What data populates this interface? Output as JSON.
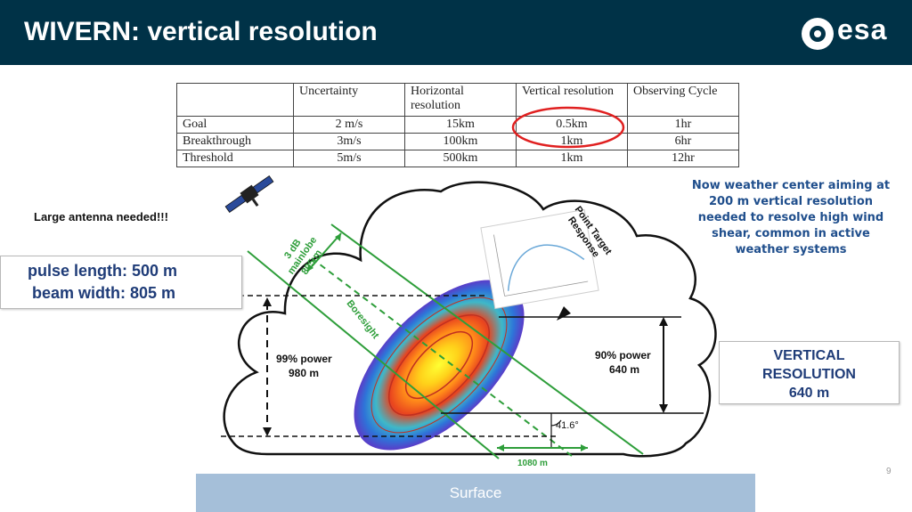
{
  "header": {
    "title": "WIVERN: vertical resolution",
    "logo_text": "esa"
  },
  "table": {
    "headers": [
      "",
      "Uncertainty",
      "Horizontal resolution",
      "Vertical resolution",
      "Observing Cycle"
    ],
    "rows": [
      [
        "Goal",
        "2 m/s",
        "15km",
        "0.5km",
        "1hr"
      ],
      [
        "Breakthrough",
        "3m/s",
        "100km",
        "1km",
        "6hr"
      ],
      [
        "Threshold",
        "5m/s",
        "500km",
        "1km",
        "12hr"
      ]
    ]
  },
  "annotations": {
    "antenna": "Large antenna needed!!!",
    "pulse_length": "pulse length: 500 m",
    "beam_width": "beam width: 805 m",
    "weather_center": [
      "Now weather center aiming at",
      "200 m vertical resolution",
      "needed to resolve high wind",
      "shear, common in active",
      "weather systems"
    ],
    "vertical_resolution": [
      "VERTICAL",
      "RESOLUTION",
      "640 m"
    ],
    "mainlobe": [
      "3 dB",
      "mainlobe",
      "805 m"
    ],
    "boresight": "Boresight",
    "point_target": [
      "Point Target",
      "Response"
    ],
    "power_99": [
      "99% power",
      "980 m"
    ],
    "power_90": [
      "90% power",
      "640 m"
    ],
    "angle": "41.6°",
    "width_1080": "1080 m",
    "surface": "Surface"
  },
  "colors": {
    "header_bg": "#003247",
    "beam_green": "#2e9e3a",
    "weather_text": "#1f4e8c",
    "surface": "#a5bfd9",
    "circle_red": "#e02020"
  },
  "page_number": "9"
}
